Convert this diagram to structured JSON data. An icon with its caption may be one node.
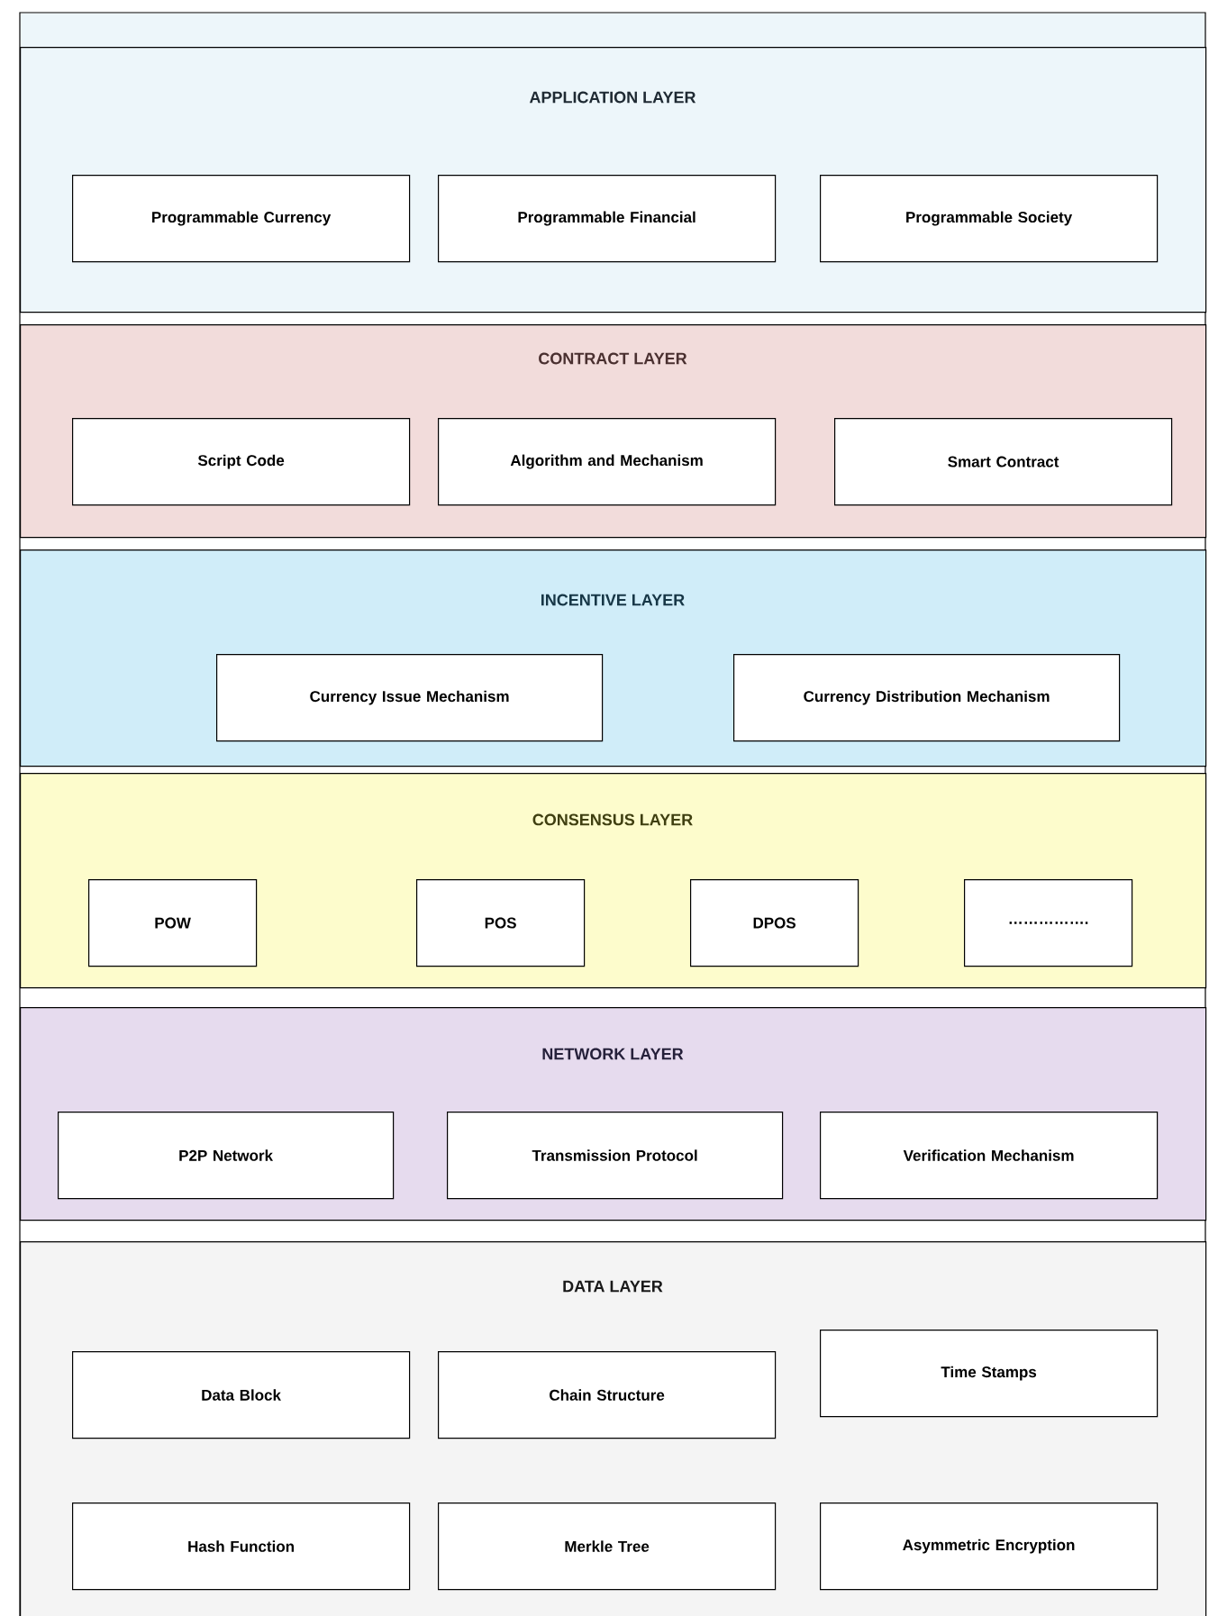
{
  "diagram": {
    "nodes": [
      {
        "text": [
          "APPLICATION LAYER"
        ]
      },
      {
        "text": [
          "Programmable Currency"
        ],
        "in": 0
      },
      {
        "text": [
          "Programmable Financial"
        ],
        "in": 0
      },
      {
        "text": [
          "Programmable Society"
        ],
        "in": 0
      },
      {
        "text": [
          "CONTRACT LAYER"
        ]
      },
      {
        "text": [
          "Script Code"
        ],
        "in": 4
      },
      {
        "text": [
          "Algorithm and Mechanism"
        ],
        "in": 4
      },
      {
        "text": [
          "Smart Contract"
        ],
        "in": 4
      },
      {
        "text": [
          "INCENTIVE LAYER"
        ]
      },
      {
        "text": [
          "Currency Issue Mechanism"
        ],
        "in": 8
      },
      {
        "text": [
          "Currency Distribution Mechanism"
        ],
        "in": 8
      },
      {
        "text": [
          "CONSENSUS LAYER"
        ]
      },
      {
        "text": [
          "POW"
        ],
        "in": 11
      },
      {
        "text": [
          "POS"
        ],
        "in": 11
      },
      {
        "text": [
          "DPOS"
        ],
        "in": 11
      },
      {
        "text": [
          "……………."
        ],
        "in": 11
      },
      {
        "text": [
          "NETWORK LAYER"
        ]
      },
      {
        "text": [
          "P2P Network"
        ],
        "in": 16
      },
      {
        "text": [
          "Transmission Protocol"
        ],
        "in": 16
      },
      {
        "text": [
          "Verification Mechanism"
        ],
        "in": 16
      },
      {
        "text": [
          "DATA LAYER"
        ]
      },
      {
        "text": [
          "Data Block"
        ],
        "in": 20
      },
      {
        "text": [
          "Chain Structure"
        ],
        "in": 20
      },
      {
        "text": [
          "Time Stamps"
        ],
        "in": 20
      },
      {
        "text": [
          "Hash Function"
        ],
        "in": 20
      },
      {
        "text": [
          "Merkle Tree"
        ],
        "in": 20
      },
      {
        "text": [
          "Asymmetric Encryption"
        ],
        "in": 20
      }
    ]
  }
}
